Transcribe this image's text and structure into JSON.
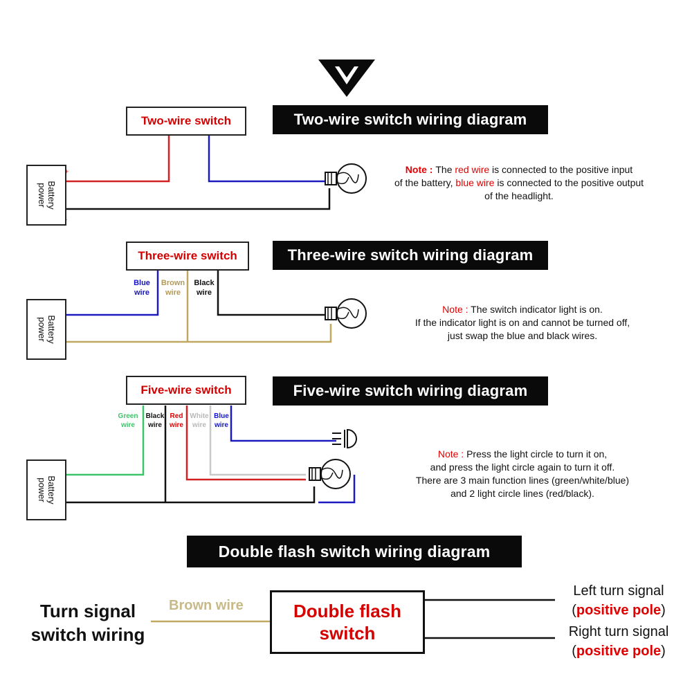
{
  "sections": {
    "two_wire": {
      "title": "Two-wire switch wiring diagram",
      "switch_label": "Two-wire switch",
      "battery_label": [
        "Battery",
        "power"
      ],
      "note": {
        "l1_prefix": "Note : ",
        "l1_a": "The ",
        "l1_red": "red wire",
        "l1_b": " is connected to the positive input",
        "l2_a": "of the battery, ",
        "l2_blue": "blue wire",
        "l2_b": " is connected to the positive output",
        "l3": "of the headlight."
      }
    },
    "three_wire": {
      "title": "Three-wire switch wiring diagram",
      "switch_label": "Three-wire switch",
      "battery_label": [
        "Battery",
        "power"
      ],
      "wires": [
        {
          "label": [
            "Blue",
            "wire"
          ],
          "color": "#1515c8"
        },
        {
          "label": [
            "Brown",
            "wire"
          ],
          "color": "#b09a5a"
        },
        {
          "label": [
            "Black",
            "wire"
          ],
          "color": "#111111"
        }
      ],
      "note": {
        "l1_prefix": "Note : ",
        "l1": "The switch indicator light is on.",
        "l2": "If the indicator light is on and cannot be turned off,",
        "l3": "just swap the blue and black wires."
      }
    },
    "five_wire": {
      "title": "Five-wire switch wiring diagram",
      "switch_label": "Five-wire switch",
      "battery_label": [
        "Battery",
        "power"
      ],
      "wires": [
        {
          "label": [
            "Green",
            "wire"
          ],
          "color": "#3cc46a"
        },
        {
          "label": [
            "Black",
            "wire"
          ],
          "color": "#111111"
        },
        {
          "label": [
            "Red",
            "wire"
          ],
          "color": "#e00000"
        },
        {
          "label": [
            "White",
            "wire"
          ],
          "color": "#b8b8b8"
        },
        {
          "label": [
            "Blue",
            "wire"
          ],
          "color": "#1515c8"
        }
      ],
      "note": {
        "l1_prefix": "Note : ",
        "l1": "Press the light circle to turn it on,",
        "l2": "and press the light circle again to turn it off.",
        "l3": "There are 3 main function lines (green/white/blue)",
        "l4": "and 2 light circle lines (red/black)."
      }
    },
    "double_flash": {
      "title": "Double flash switch wiring diagram",
      "switch_label": [
        "Double flash",
        "switch"
      ],
      "input_label": [
        "Turn signal",
        "switch wiring"
      ],
      "input_wire_label": "Brown wire",
      "outputs": [
        {
          "label": "Left turn signal",
          "pole_open": "(",
          "pole": "positive pole",
          "pole_close": ")"
        },
        {
          "label": "Right turn signal",
          "pole_open": "(",
          "pole": "positive pole",
          "pole_close": ")"
        }
      ]
    }
  },
  "colors": {
    "red_wire": "#d42020",
    "blue_wire": "#1a1ac0",
    "black_wire": "#111111",
    "brown_wire": "#c0a860",
    "green_wire": "#3cc46a",
    "white_wire": "#c8c8c8",
    "title_bg": "#0a0a0a",
    "accent_red": "#e00000"
  },
  "icons": [
    "down-chevron-icon",
    "bulb-icon",
    "headlight-icon"
  ]
}
